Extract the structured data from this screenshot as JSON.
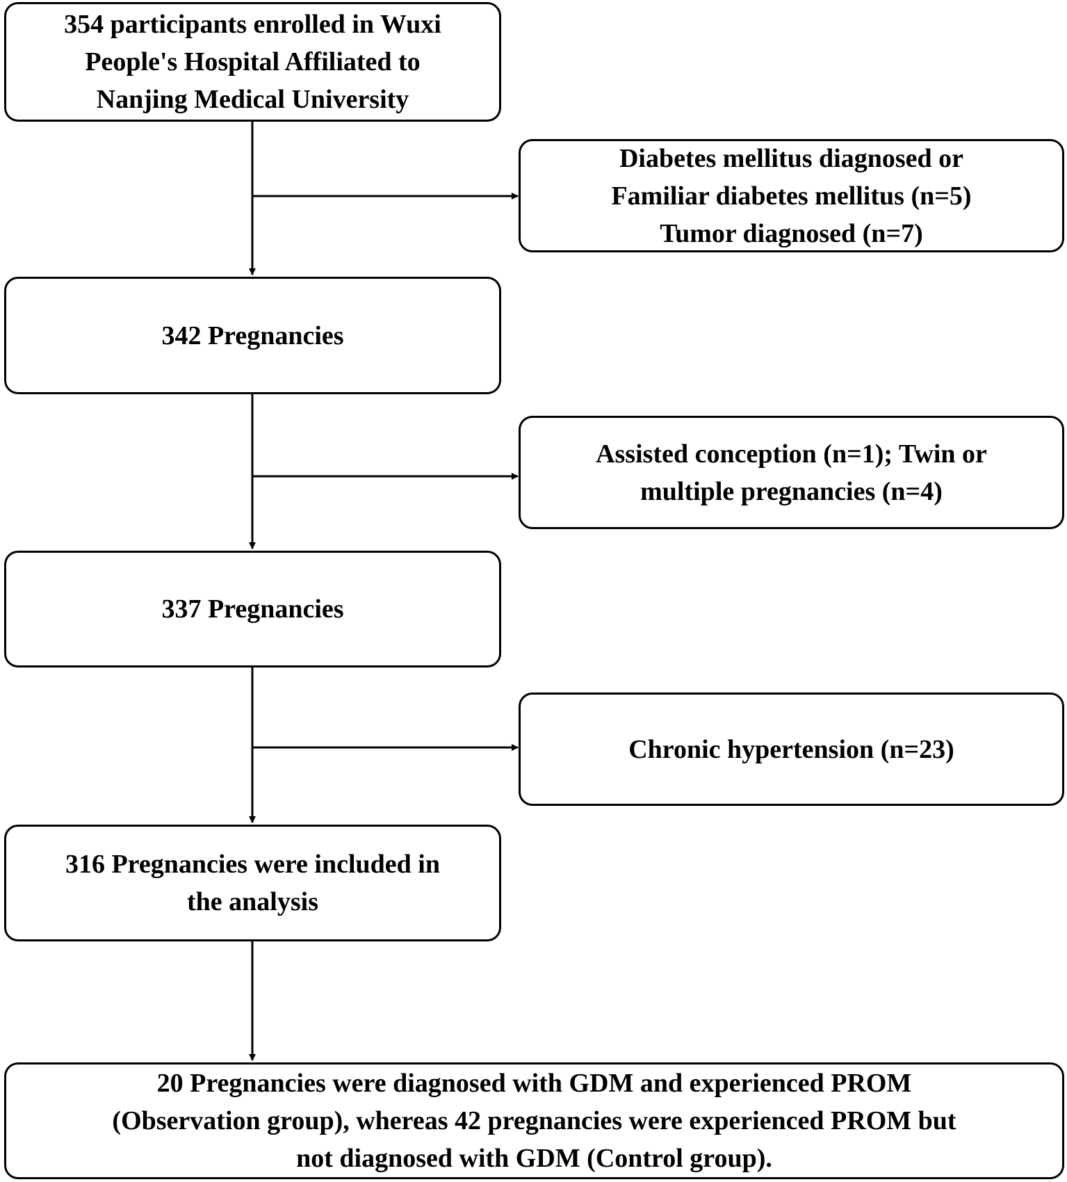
{
  "flowchart": {
    "main_steps": [
      {
        "lines": [
          "354 participants enrolled in Wuxi",
          "People's Hospital Affiliated to",
          "Nanjing Medical University"
        ]
      },
      {
        "lines": [
          "342 Pregnancies"
        ]
      },
      {
        "lines": [
          "337 Pregnancies"
        ]
      },
      {
        "lines": [
          "316 Pregnancies were included in",
          "the analysis"
        ]
      },
      {
        "lines": [
          "20 Pregnancies were diagnosed with GDM and experienced PROM",
          "(Observation group), whereas 42 pregnancies were experienced PROM but",
          "not diagnosed with GDM (Control group)."
        ]
      }
    ],
    "exclusions": [
      {
        "lines": [
          "Diabetes mellitus diagnosed or",
          "Familiar diabetes mellitus (n=5)",
          "Tumor diagnosed (n=7)"
        ]
      },
      {
        "lines": [
          "Assisted conception (n=1); Twin or",
          "multiple pregnancies (n=4)"
        ]
      },
      {
        "lines": [
          "Chronic hypertension (n=23)"
        ]
      }
    ]
  }
}
